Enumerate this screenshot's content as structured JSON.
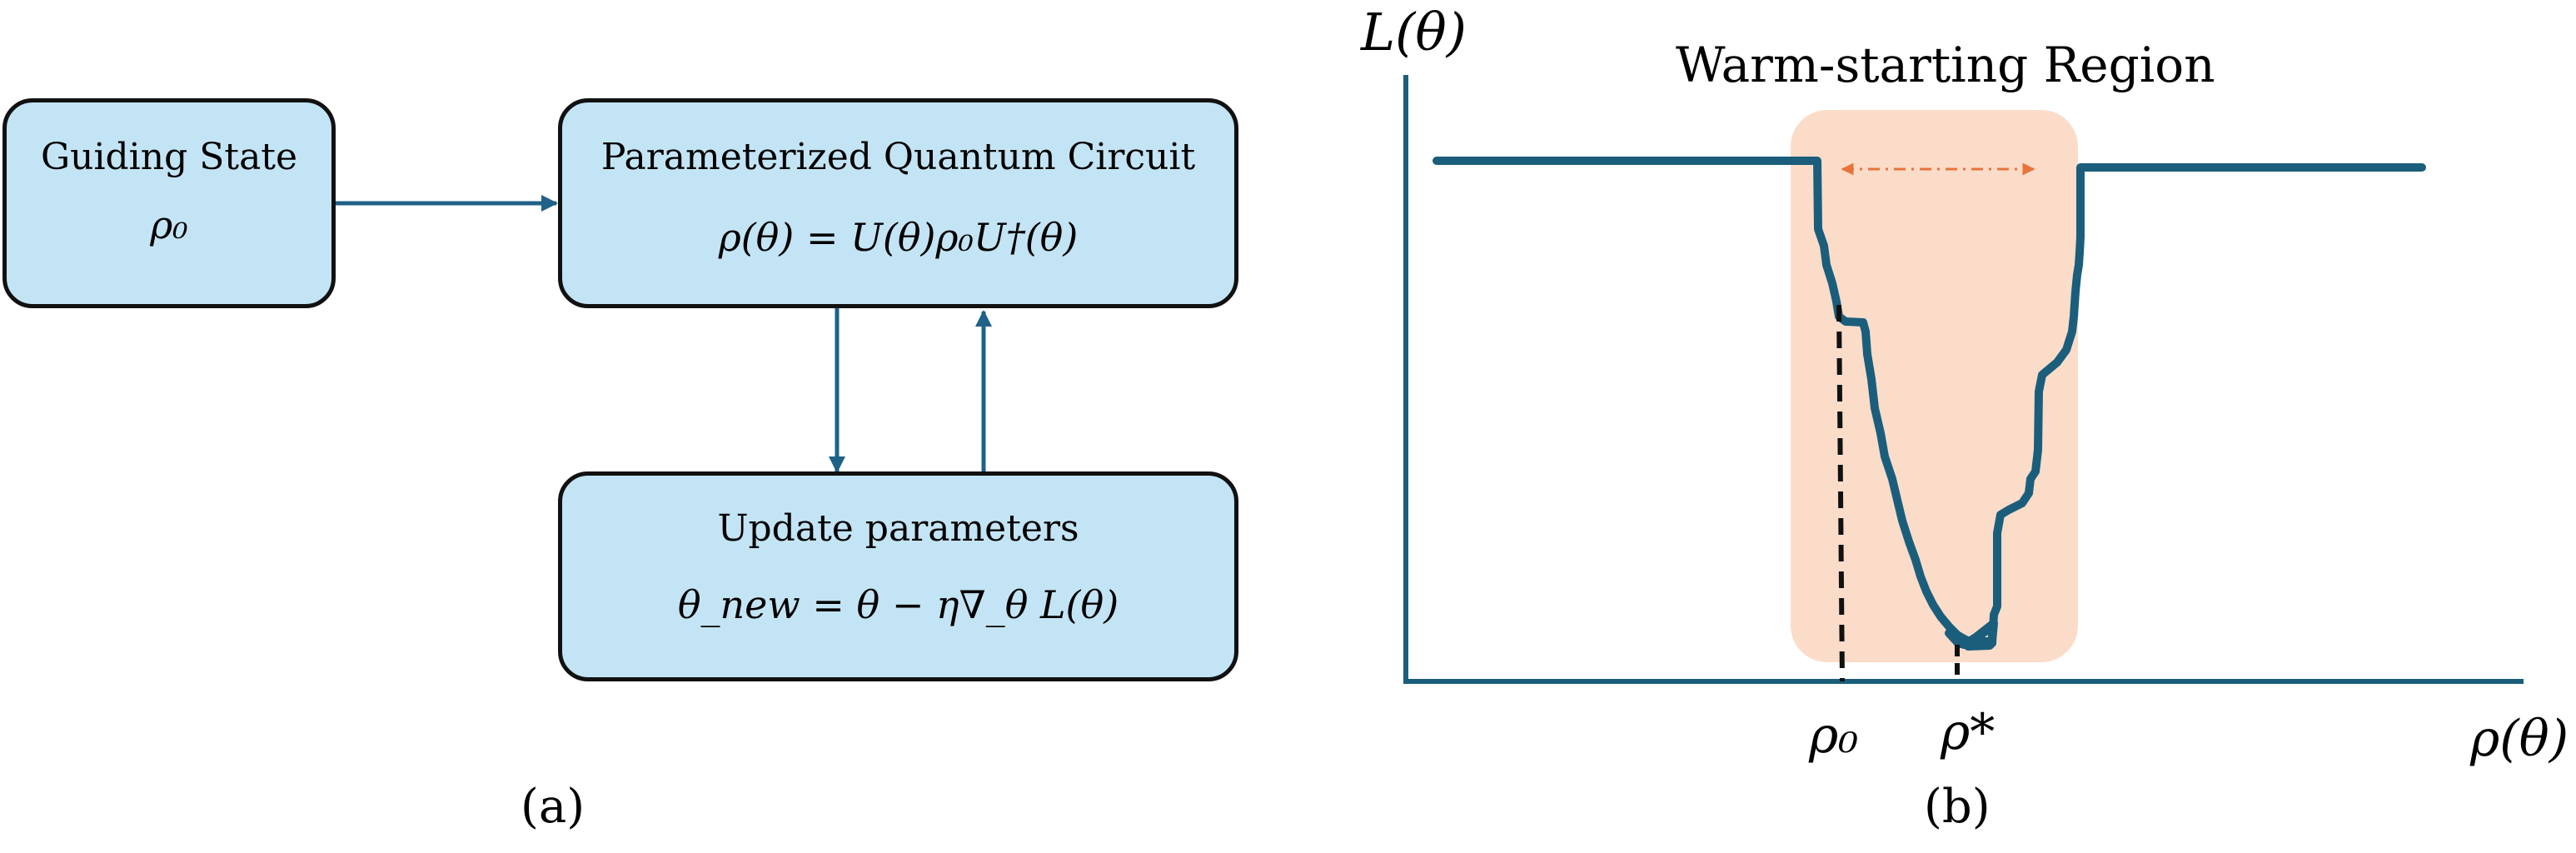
{
  "panel_a": {
    "guiding_box": {
      "title": "Guiding State",
      "formula": "ρ₀"
    },
    "circuit_box": {
      "title": "Parameterized Quantum Circuit",
      "formula": "ρ(θ) = U(θ)ρ₀U†(θ)"
    },
    "update_box": {
      "title": "Update parameters",
      "formula": "θ_new = θ − η∇_θ L(θ)"
    },
    "caption": "(a)"
  },
  "panel_b": {
    "y_axis_label": "L(θ)",
    "x_axis_label": "ρ(θ)",
    "region_label": "Warm-starting Region",
    "rho0_label": "ρ₀",
    "rhostar_label": "ρ*",
    "caption": "(b)"
  },
  "colors": {
    "box_fill": "#c3e4f4",
    "arrow": "#1f6187",
    "curve": "#1b5e7c",
    "region_fill": "#fbdcc9",
    "region_arrow": "#e8743b"
  }
}
